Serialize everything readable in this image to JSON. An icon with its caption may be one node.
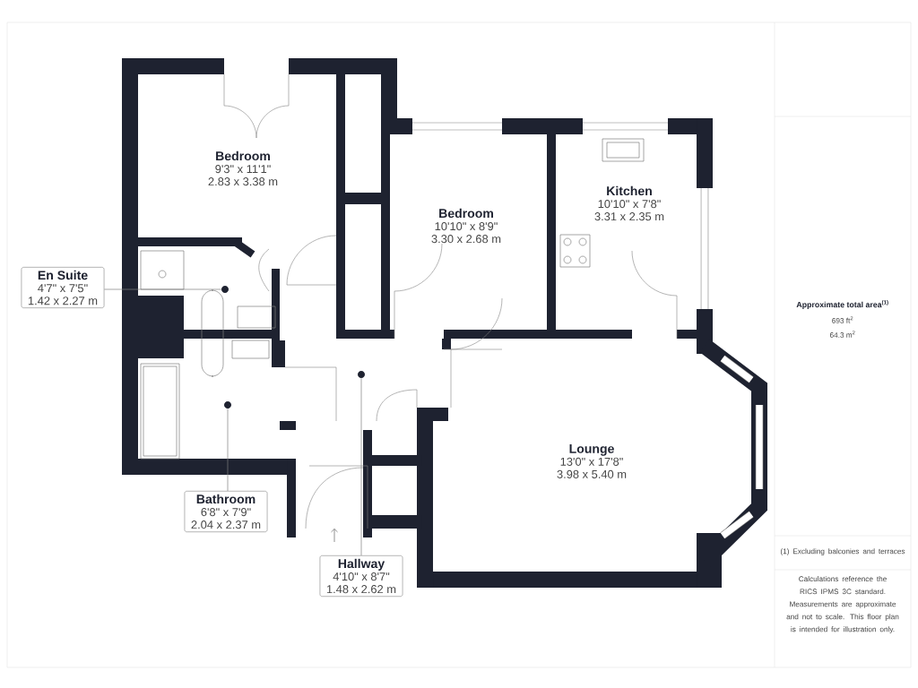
{
  "diagram": {
    "nodes": [
      {
        "text": [
          "Bedroom",
          "9'3\" x 11'1\"",
          "2.83 x 3.38 m"
        ]
      },
      {
        "text": [
          "Bedroom",
          "10'10\" x 8'9\"",
          "3.30 x 2.68 m"
        ]
      },
      {
        "text": [
          "Kitchen",
          "10'10\" x 7'8\"",
          "3.31 x 2.35 m"
        ]
      },
      {
        "text": [
          "Lounge",
          "13'0\" x 17'8\"",
          "3.98 x 5.40 m"
        ]
      },
      {
        "text": [
          "En Suite",
          "4'7\" x 7'5\"",
          "1.42 x 2.27 m"
        ]
      },
      {
        "text": [],
        "shape": "circle"
      },
      {
        "text": [
          "Bathroom",
          "6'8\" x 7'9\"",
          "2.04 x 2.37 m"
        ]
      },
      {
        "text": [],
        "shape": "circle"
      },
      {
        "text": [
          "Hallway",
          "4'10\" x 8'7\"",
          "1.48 x 2.62 m"
        ]
      },
      {
        "text": [],
        "shape": "circle"
      }
    ],
    "edges": [
      {
        "from": 4,
        "to": 5,
        "arrow": "none"
      },
      {
        "from": 6,
        "to": 7,
        "arrow": "none"
      },
      {
        "from": 8,
        "to": 9,
        "arrow": "none"
      }
    ],
    "labels": [
      "Approximate total area$^{(1)}$",
      "693 ft$^{2}$",
      "64.3 m$^{2}$",
      "(1) Excluding balconies and terraces",
      "Calculations reference the RICS IPMS 3C standard. Measurements are approximate and not to scale. This floor plan is intended for illustration only."
    ]
  }
}
